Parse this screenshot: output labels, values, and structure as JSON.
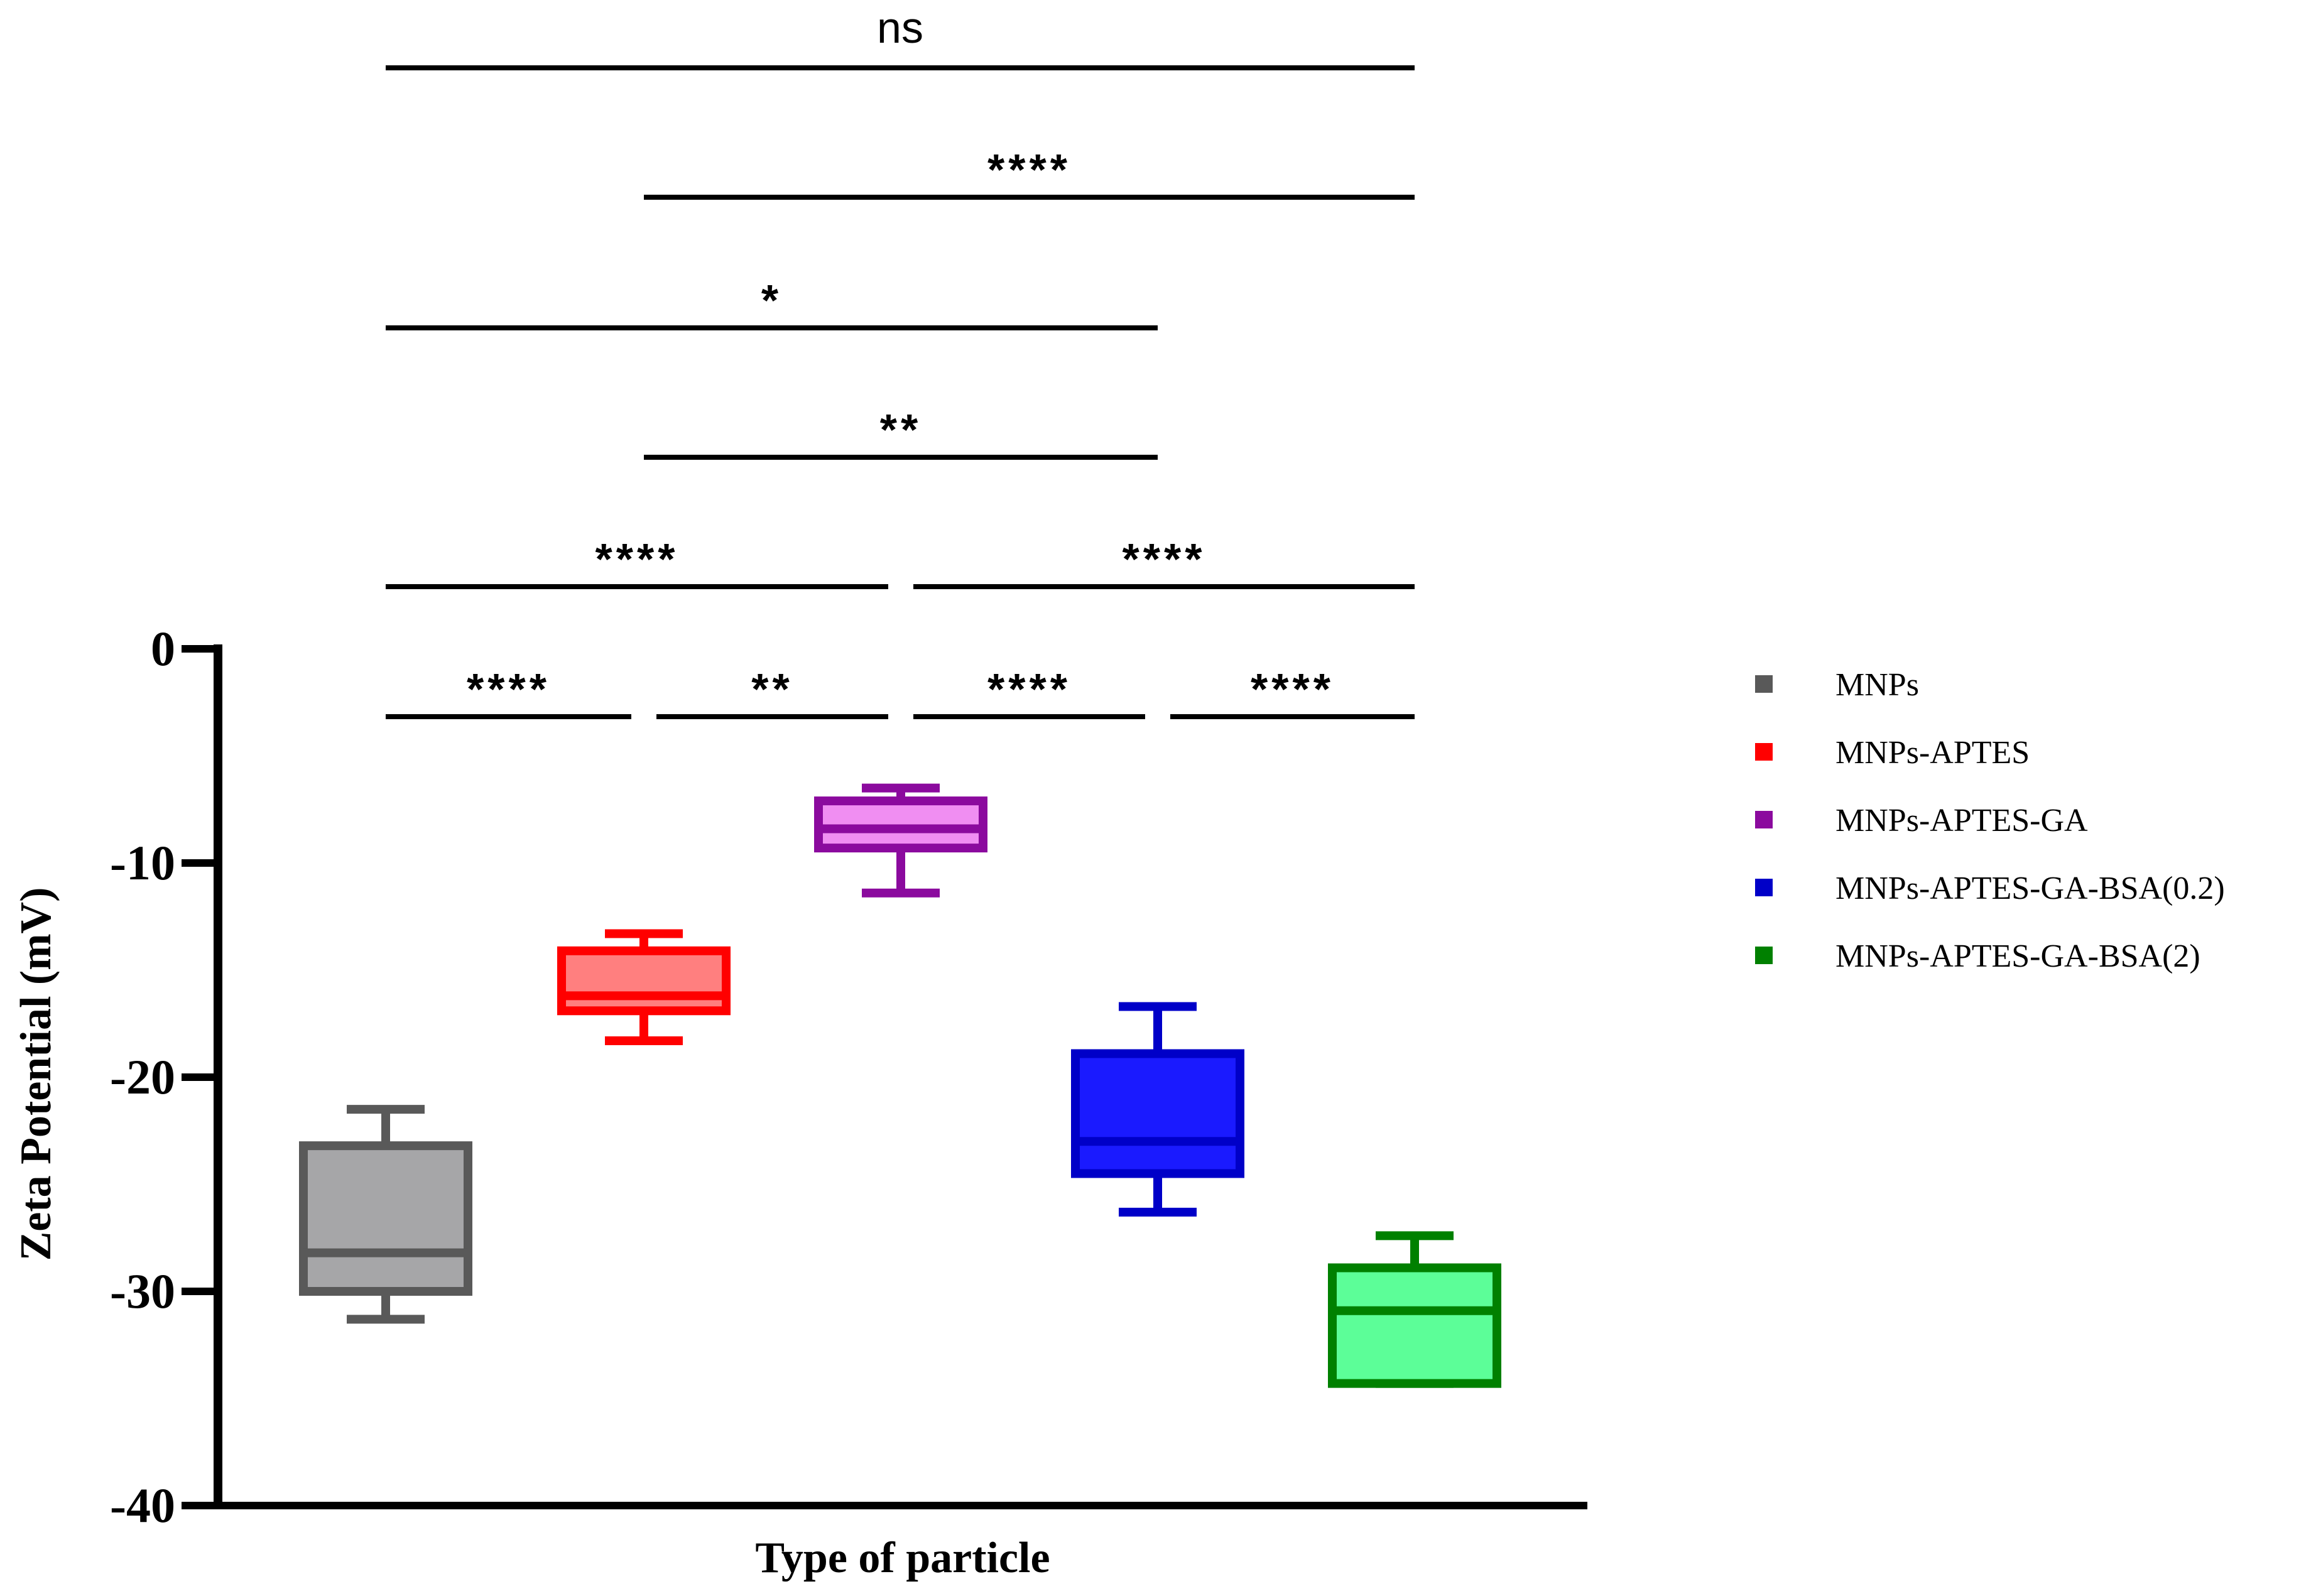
{
  "chart_data": {
    "type": "box",
    "title": "",
    "xlabel": "Type of particle",
    "ylabel": "Zeta Potential (mV)",
    "ylim": [
      -40,
      0
    ],
    "yticks": [
      0,
      -10,
      -20,
      -30,
      -40
    ],
    "grid": false,
    "legend_position": "right",
    "series": [
      {
        "name": "MNPs",
        "color": "#595959",
        "fill": "#a6a6a8",
        "whisker_low": -31.3,
        "q1": -30.0,
        "median": -28.2,
        "q3": -23.2,
        "whisker_high": -21.5
      },
      {
        "name": "MNPs-APTES",
        "color": "#ff0000",
        "fill": "#ff7f7f",
        "whisker_low": -18.3,
        "q1": -16.9,
        "median": -16.2,
        "q3": -14.1,
        "whisker_high": -13.3
      },
      {
        "name": "MNPs-APTES-GA",
        "color": "#8b0a9e",
        "fill": "#f08ef2",
        "whisker_low": -11.4,
        "q1": -9.3,
        "median": -8.4,
        "q3": -7.1,
        "whisker_high": -6.5
      },
      {
        "name": "MNPs-APTES-GA-BSA(0.2)",
        "color": "#0000c8",
        "fill": "#1a1aff",
        "whisker_low": -26.3,
        "q1": -24.5,
        "median": -23.0,
        "q3": -18.9,
        "whisker_high": -16.7
      },
      {
        "name": "MNPs-APTES-GA-BSA(2)",
        "color": "#008000",
        "fill": "#5cfe98",
        "whisker_low": -34.3,
        "q1": -34.3,
        "median": -30.9,
        "q3": -28.9,
        "whisker_high": -27.4
      }
    ],
    "comparisons": [
      {
        "from": 0,
        "to": 4,
        "label": "ns",
        "level": 6
      },
      {
        "from": 1,
        "to": 4,
        "label": "****",
        "level": 5
      },
      {
        "from": 0,
        "to": 3,
        "label": "*",
        "level": 4
      },
      {
        "from": 1,
        "to": 3,
        "label": "**",
        "level": 3
      },
      {
        "from": 0,
        "to": 2,
        "label": "****",
        "level": 2
      },
      {
        "from": 2,
        "to": 4,
        "label": "****",
        "level": 2
      },
      {
        "from": 0,
        "to": 1,
        "label": "****",
        "level": 1
      },
      {
        "from": 1,
        "to": 2,
        "label": "**",
        "level": 1
      },
      {
        "from": 2,
        "to": 3,
        "label": "****",
        "level": 1
      },
      {
        "from": 3,
        "to": 4,
        "label": "****",
        "level": 1
      }
    ]
  }
}
